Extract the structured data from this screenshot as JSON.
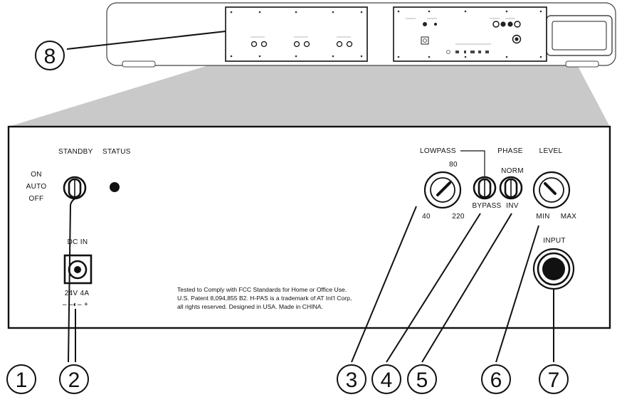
{
  "panel": {
    "standby": "STANDBY",
    "status": "STATUS",
    "switch_positions": [
      "ON",
      "AUTO",
      "OFF"
    ],
    "dc_in": "DC IN",
    "power_rating": "24V  4A",
    "polarity": "– –◐– +",
    "lowpass": "LOWPASS",
    "lowpass_top": "80",
    "lowpass_min": "40",
    "lowpass_max": "220",
    "bypass": "BYPASS",
    "phase": "PHASE",
    "phase_norm": "NORM",
    "phase_inv": "INV",
    "level": "LEVEL",
    "level_min": "MIN",
    "level_max": "MAX",
    "input": "INPUT",
    "compliance_lines": [
      "Tested to Comply with FCC Standards for Home or Office Use.",
      "U.S. Patent 8,094,855 B2.  H-PAS is a trademark of AT Int'l Corp,",
      "all rights reserved.  Designed in USA. Made in CHINA."
    ]
  },
  "callouts": [
    "1",
    "2",
    "3",
    "4",
    "5",
    "6",
    "7",
    "8"
  ],
  "colors": {
    "ink": "#111111",
    "zoom_fill": "#c9c9c9",
    "device_outline": "#444444"
  }
}
